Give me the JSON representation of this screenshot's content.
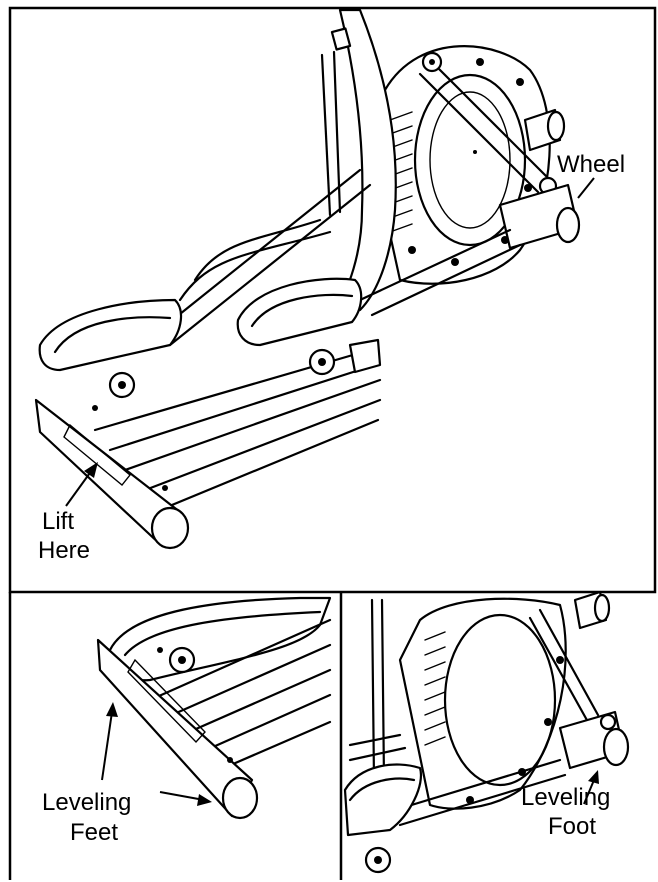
{
  "labels": {
    "wheel": "Wheel",
    "lift_line1": "Lift",
    "lift_line2": "Here",
    "leveling_feet_line1": "Leveling",
    "leveling_feet_line2": "Feet",
    "leveling_foot_line1": "Leveling",
    "leveling_foot_line2": "Foot"
  }
}
